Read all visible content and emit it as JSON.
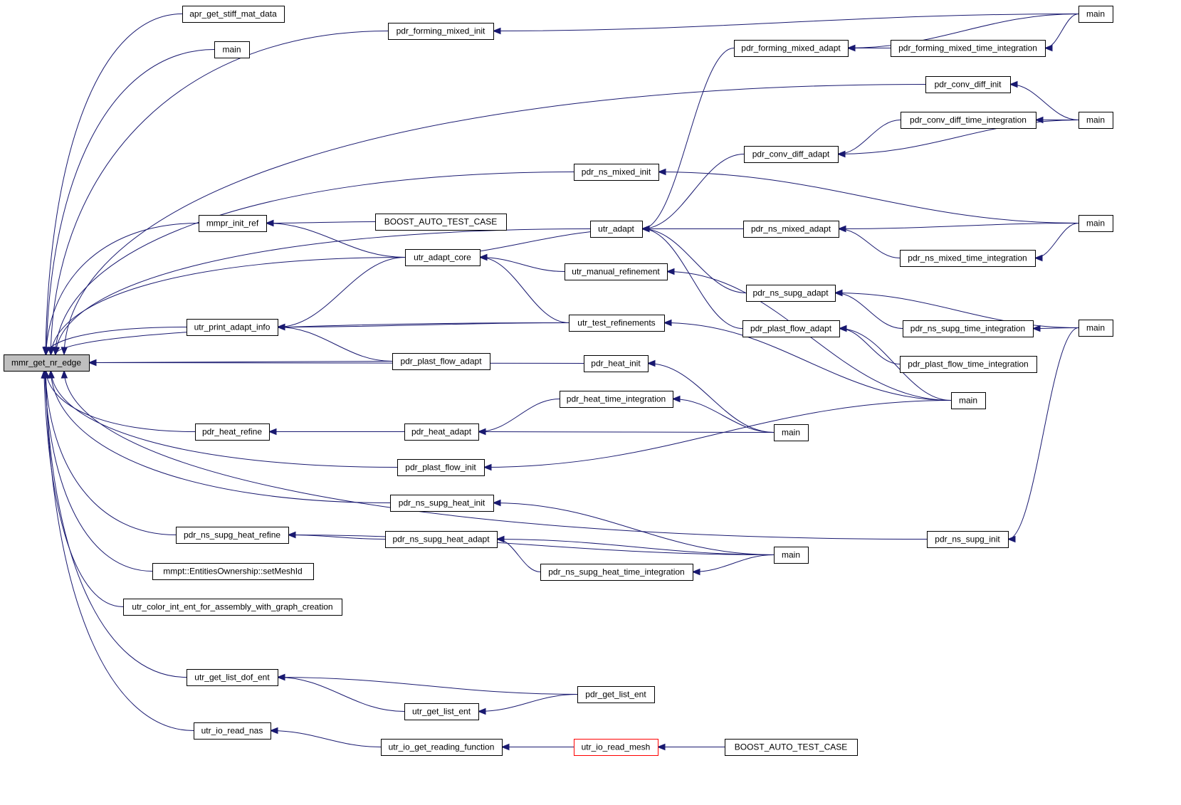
{
  "graph": {
    "colors": {
      "edge": "#191970",
      "node_border": "#000000",
      "root_fill": "#bfbfbf",
      "highlight_border": "#ff0000"
    },
    "nodes": [
      {
        "id": "root",
        "label": "mmr_get_nr_edge"
      },
      {
        "id": "n1",
        "label": "apr_get_stiff_mat_data"
      },
      {
        "id": "n2",
        "label": "main"
      },
      {
        "id": "n3",
        "label": "pdr_forming_mixed_init"
      },
      {
        "id": "n4",
        "label": "main"
      },
      {
        "id": "n5",
        "label": "pdr_forming_mixed_adapt"
      },
      {
        "id": "n6",
        "label": "pdr_forming_mixed_time_integration"
      },
      {
        "id": "n7",
        "label": "pdr_conv_diff_init"
      },
      {
        "id": "n8",
        "label": "pdr_conv_diff_time_integration"
      },
      {
        "id": "n9",
        "label": "main"
      },
      {
        "id": "n10",
        "label": "pdr_conv_diff_adapt"
      },
      {
        "id": "n11",
        "label": "pdr_ns_mixed_init"
      },
      {
        "id": "n12",
        "label": "mmpr_init_ref"
      },
      {
        "id": "n13",
        "label": "BOOST_AUTO_TEST_CASE"
      },
      {
        "id": "n14",
        "label": "utr_adapt"
      },
      {
        "id": "n15",
        "label": "pdr_ns_mixed_adapt"
      },
      {
        "id": "n16",
        "label": "main"
      },
      {
        "id": "n17",
        "label": "utr_adapt_core"
      },
      {
        "id": "n18",
        "label": "pdr_ns_mixed_time_integration"
      },
      {
        "id": "n19",
        "label": "utr_manual_refinement"
      },
      {
        "id": "n20",
        "label": "pdr_ns_supg_adapt"
      },
      {
        "id": "n21",
        "label": "utr_print_adapt_info"
      },
      {
        "id": "n22",
        "label": "utr_test_refinements"
      },
      {
        "id": "n23",
        "label": "pdr_plast_flow_adapt"
      },
      {
        "id": "n24",
        "label": "pdr_ns_supg_time_integration"
      },
      {
        "id": "n25",
        "label": "main"
      },
      {
        "id": "n26",
        "label": "pdr_plast_flow_adapt"
      },
      {
        "id": "n27",
        "label": "pdr_heat_init"
      },
      {
        "id": "n28",
        "label": "pdr_plast_flow_time_integration"
      },
      {
        "id": "n29",
        "label": "pdr_heat_time_integration"
      },
      {
        "id": "n30",
        "label": "main"
      },
      {
        "id": "n31",
        "label": "pdr_heat_refine"
      },
      {
        "id": "n32",
        "label": "pdr_heat_adapt"
      },
      {
        "id": "n33",
        "label": "main"
      },
      {
        "id": "n34",
        "label": "pdr_plast_flow_init"
      },
      {
        "id": "n35",
        "label": "pdr_ns_supg_heat_init"
      },
      {
        "id": "n36",
        "label": "pdr_ns_supg_heat_refine"
      },
      {
        "id": "n37",
        "label": "pdr_ns_supg_heat_adapt"
      },
      {
        "id": "n38",
        "label": "pdr_ns_supg_init"
      },
      {
        "id": "n39",
        "label": "main"
      },
      {
        "id": "n40",
        "label": "pdr_ns_supg_heat_time_integration"
      },
      {
        "id": "n41",
        "label": "mmpt::EntitiesOwnership::setMeshId"
      },
      {
        "id": "n42",
        "label": "utr_color_int_ent_for_assembly_with_graph_creation"
      },
      {
        "id": "n43",
        "label": "utr_get_list_dof_ent"
      },
      {
        "id": "n44",
        "label": "pdr_get_list_ent"
      },
      {
        "id": "n45",
        "label": "utr_get_list_ent"
      },
      {
        "id": "n46",
        "label": "utr_io_read_nas"
      },
      {
        "id": "n47",
        "label": "utr_io_get_reading_function"
      },
      {
        "id": "n48",
        "label": "utr_io_read_mesh"
      },
      {
        "id": "n49",
        "label": "BOOST_AUTO_TEST_CASE"
      }
    ],
    "edges": [
      [
        "n1",
        "root"
      ],
      [
        "n2",
        "root"
      ],
      [
        "n3",
        "root"
      ],
      [
        "n7",
        "root"
      ],
      [
        "n11",
        "root"
      ],
      [
        "n14",
        "root"
      ],
      [
        "n12",
        "root"
      ],
      [
        "n17",
        "root"
      ],
      [
        "n22",
        "root"
      ],
      [
        "n21",
        "root"
      ],
      [
        "n26",
        "root"
      ],
      [
        "n27",
        "root"
      ],
      [
        "n31",
        "root"
      ],
      [
        "n34",
        "root"
      ],
      [
        "n35",
        "root"
      ],
      [
        "n36",
        "root"
      ],
      [
        "n41",
        "root"
      ],
      [
        "n42",
        "root"
      ],
      [
        "n38",
        "root"
      ],
      [
        "n43",
        "root"
      ],
      [
        "n46",
        "root"
      ],
      [
        "n4",
        "n3"
      ],
      [
        "n5",
        "n14"
      ],
      [
        "n6",
        "n5"
      ],
      [
        "n4",
        "n5"
      ],
      [
        "n4",
        "n6"
      ],
      [
        "n9",
        "n7"
      ],
      [
        "n8",
        "n10"
      ],
      [
        "n9",
        "n8"
      ],
      [
        "n9",
        "n10"
      ],
      [
        "n10",
        "n14"
      ],
      [
        "n16",
        "n11"
      ],
      [
        "n13",
        "n12"
      ],
      [
        "n17",
        "n12"
      ],
      [
        "n17",
        "n14"
      ],
      [
        "n15",
        "n14"
      ],
      [
        "n16",
        "n15"
      ],
      [
        "n18",
        "n15"
      ],
      [
        "n16",
        "n18"
      ],
      [
        "n19",
        "n17"
      ],
      [
        "n22",
        "n17"
      ],
      [
        "n20",
        "n14"
      ],
      [
        "n23",
        "n14"
      ],
      [
        "n25",
        "n20"
      ],
      [
        "n24",
        "n20"
      ],
      [
        "n25",
        "n24"
      ],
      [
        "n17",
        "n21"
      ],
      [
        "n22",
        "n21"
      ],
      [
        "n26",
        "n21"
      ],
      [
        "n28",
        "n23"
      ],
      [
        "n30",
        "n23"
      ],
      [
        "n30",
        "n19"
      ],
      [
        "n30",
        "n22"
      ],
      [
        "n33",
        "n27"
      ],
      [
        "n29",
        "n32"
      ],
      [
        "n33",
        "n29"
      ],
      [
        "n33",
        "n32"
      ],
      [
        "n32",
        "n31"
      ],
      [
        "n30",
        "n34"
      ],
      [
        "n39",
        "n35"
      ],
      [
        "n37",
        "n36"
      ],
      [
        "n39",
        "n36"
      ],
      [
        "n39",
        "n37"
      ],
      [
        "n40",
        "n37"
      ],
      [
        "n39",
        "n40"
      ],
      [
        "n25",
        "n38"
      ],
      [
        "n44",
        "n43"
      ],
      [
        "n45",
        "n43"
      ],
      [
        "n44",
        "n45"
      ],
      [
        "n47",
        "n46"
      ],
      [
        "n48",
        "n47"
      ],
      [
        "n49",
        "n48"
      ]
    ]
  }
}
